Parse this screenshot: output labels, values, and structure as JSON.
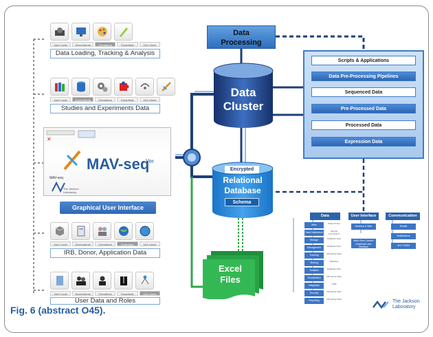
{
  "caption": "Fig. 6 (abstract O45).",
  "left_sections": [
    {
      "caption": "Data Loading, Tracking & Analysis"
    },
    {
      "caption": "Studies and Experiments Data"
    },
    {
      "caption": "IRB, Donor, Application Data"
    },
    {
      "caption": "User Data and Roles"
    }
  ],
  "tabs": [
    "User Login",
    "Experiments",
    "Operations",
    "Essentials",
    "JAX-Users"
  ],
  "gui": {
    "logo": "MAV-seq",
    "version": "Ver",
    "sub_logo": "MAV-seq",
    "small_org": "The Jackson Laboratory",
    "label": "Graphical User Interface"
  },
  "data_processing": {
    "line1": "Data",
    "line2": "Processing"
  },
  "data_cluster": {
    "line1": "Data",
    "line2": "Cluster"
  },
  "relational_db": {
    "encrypted": "Encrypted",
    "line1": "Relational",
    "line2": "Database",
    "schema": "Schema"
  },
  "excel": {
    "line1": "Excel",
    "line2": "Files"
  },
  "pipeline_stack": [
    {
      "label": "Scripts & Applications",
      "style": "white"
    },
    {
      "label": "Data Pre-Processing Pipelines",
      "style": "blue"
    },
    {
      "label": "Sequenced Data",
      "style": "white"
    },
    {
      "label": "Pre-Processed Data",
      "style": "blue"
    },
    {
      "label": "Processed Data",
      "style": "white"
    },
    {
      "label": "Expression Data",
      "style": "blue"
    }
  ],
  "org_chart": {
    "heads": [
      "Data",
      "User Interface",
      "Communication"
    ],
    "data_nodes": [
      "Main",
      "Data Distribution",
      "Storage",
      "Management",
      "Tracking",
      "Sharing",
      "Analysis",
      "Visualization",
      "Integration",
      "Security",
      "Reporting"
    ],
    "data_leaves": [
      "Study Protein",
      "Sample Connections",
      "Database Files",
      "Database Files",
      "Microarray Data",
      "Database",
      "Database Files",
      "Microarray Data",
      "LIMS",
      "Microarray Data",
      "Microarray Data"
    ],
    "ui_nodes": [
      "Desktop & Web",
      "Multi-View Custom Graphical User Interface"
    ],
    "comm_nodes": [
      "Emails",
      "Notifications",
      "JAX COMM"
    ]
  },
  "jax_logo": {
    "line1": "The Jackson",
    "line2": "Laboratory"
  },
  "colors": {
    "blue_dark": "#2a5d9e",
    "blue": "#3d7cc9",
    "green": "#2ea84a",
    "navy": "#1f3f78"
  }
}
